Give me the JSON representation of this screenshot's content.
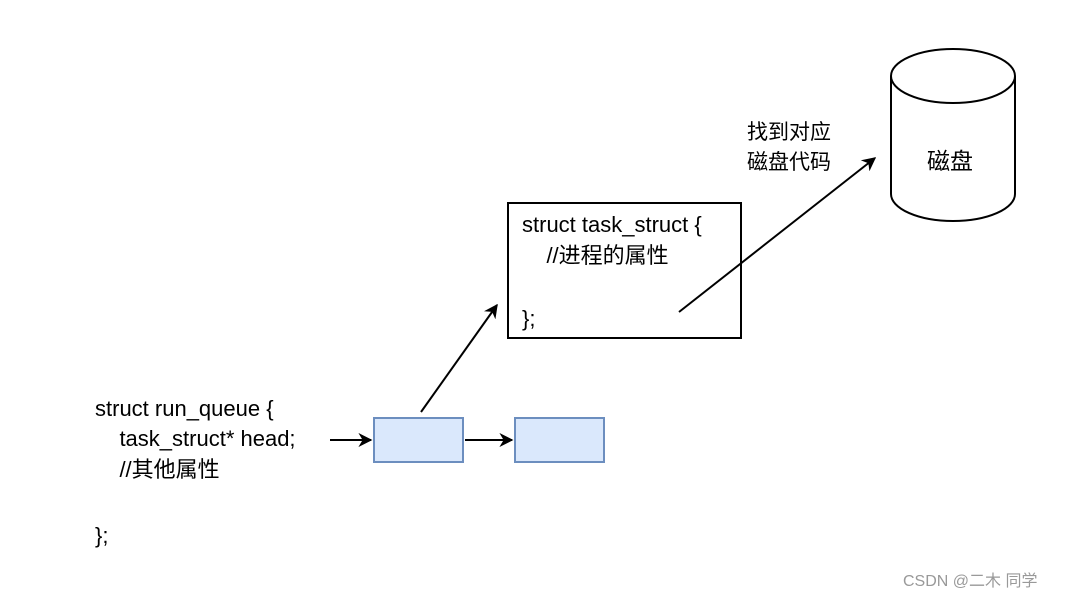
{
  "run_queue": {
    "lines": [
      "struct run_queue {",
      "    task_struct* head;",
      "    //其他属性",
      "",
      "};"
    ]
  },
  "task_struct": {
    "lines": [
      "struct task_struct {",
      "    //进程的属性",
      "",
      "};"
    ]
  },
  "disk": {
    "label": "磁盘"
  },
  "annotation": {
    "lines": [
      "找到对应",
      "磁盘代码"
    ]
  },
  "watermark": {
    "text": "CSDN @二木 同学"
  },
  "colors": {
    "node_fill": "#dae8fc",
    "node_stroke": "#6c8ebf",
    "line": "#000000",
    "watermark": "#999999"
  }
}
